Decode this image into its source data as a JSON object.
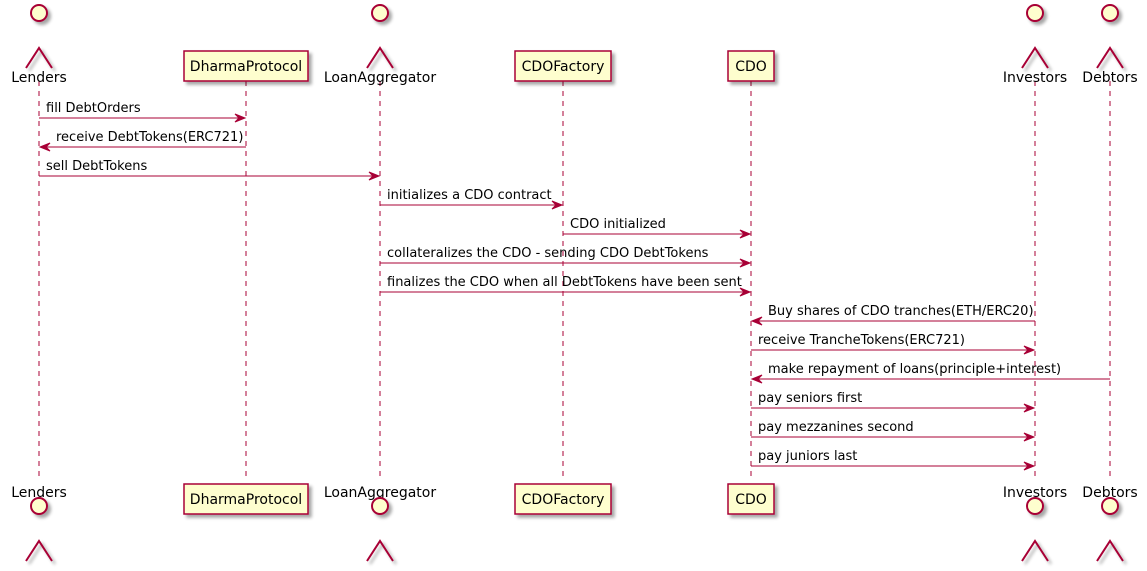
{
  "participants": [
    {
      "id": "lenders",
      "label": "Lenders",
      "kind": "actor"
    },
    {
      "id": "dharma",
      "label": "DharmaProtocol",
      "kind": "participant"
    },
    {
      "id": "aggregator",
      "label": "LoanAggregator",
      "kind": "actor"
    },
    {
      "id": "factory",
      "label": "CDOFactory",
      "kind": "participant"
    },
    {
      "id": "cdo",
      "label": "CDO",
      "kind": "participant"
    },
    {
      "id": "investors",
      "label": "Investors",
      "kind": "actor"
    },
    {
      "id": "debtors",
      "label": "Debtors",
      "kind": "actor"
    }
  ],
  "messages": [
    {
      "from": "lenders",
      "to": "dharma",
      "label": "fill DebtOrders"
    },
    {
      "from": "dharma",
      "to": "lenders",
      "label": "receive DebtTokens(ERC721)"
    },
    {
      "from": "lenders",
      "to": "aggregator",
      "label": "sell DebtTokens"
    },
    {
      "from": "aggregator",
      "to": "factory",
      "label": "initializes a CDO contract"
    },
    {
      "from": "factory",
      "to": "cdo",
      "label": "CDO initialized"
    },
    {
      "from": "aggregator",
      "to": "cdo",
      "label": "collateralizes the CDO - sending CDO DebtTokens"
    },
    {
      "from": "aggregator",
      "to": "cdo",
      "label": "finalizes the CDO when all DebtTokens have been sent"
    },
    {
      "from": "investors",
      "to": "cdo",
      "label": "Buy shares of CDO tranches(ETH/ERC20)"
    },
    {
      "from": "cdo",
      "to": "investors",
      "label": "receive TrancheTokens(ERC721)"
    },
    {
      "from": "debtors",
      "to": "cdo",
      "label": "make repayment of loans(principle+interest)"
    },
    {
      "from": "cdo",
      "to": "investors",
      "label": "pay seniors first"
    },
    {
      "from": "cdo",
      "to": "investors",
      "label": "pay mezzanines second"
    },
    {
      "from": "cdo",
      "to": "investors",
      "label": "pay juniors last"
    }
  ],
  "colors": {
    "line": "#a80036",
    "box_fill": "#fefece",
    "text": "#000000"
  }
}
